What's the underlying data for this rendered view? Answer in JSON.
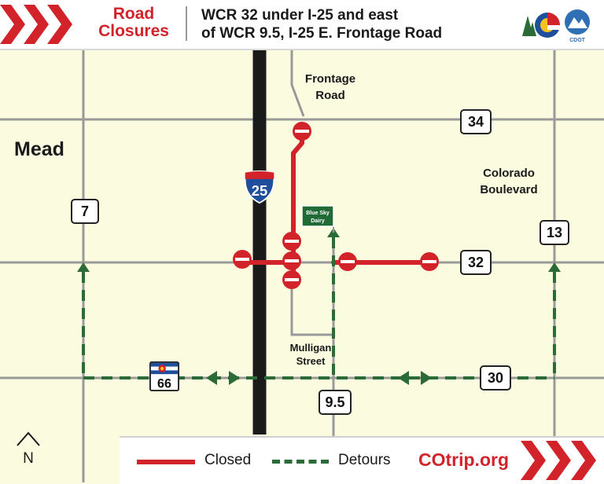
{
  "header": {
    "title": "Road Closures",
    "description_line1": "WCR 32 under I-25 and east",
    "description_line2": "of WCR 9.5, I-25 E. Frontage Road"
  },
  "map": {
    "town": "Mead",
    "street_labels": {
      "frontage_line1": "Frontage",
      "frontage_line2": "Road",
      "colorado_line1": "Colorado",
      "colorado_line2": "Boulevard",
      "mulligan_line1": "Mulligan",
      "mulligan_line2": "Street"
    },
    "route_shields": {
      "r34": "34",
      "r32": "32",
      "r7": "7",
      "r13": "13",
      "r30": "30",
      "r9_5": "9.5",
      "r66": "66",
      "interstate": "25"
    },
    "landmark_sign_line1": "Blue Sky",
    "landmark_sign_line2": "Dairy",
    "colors": {
      "closed": "#d2232a",
      "detour": "#2a6b38",
      "road": "#9a9a9a",
      "interstate": "#1a1a1a",
      "background": "#fbfbdf"
    }
  },
  "legend": {
    "closed_label": "Closed",
    "detours_label": "Detours",
    "website": "COtrip.org"
  },
  "north_arrow_label": "N",
  "icons": {
    "header_chevrons": "chevron-right-icon",
    "state_logo": "colorado-c-logo",
    "agency_logo": "cdot-logo",
    "closure_symbol": "do-not-enter-icon",
    "north_arrow": "north-arrow-icon"
  },
  "agency_logo_text": "CDOT"
}
